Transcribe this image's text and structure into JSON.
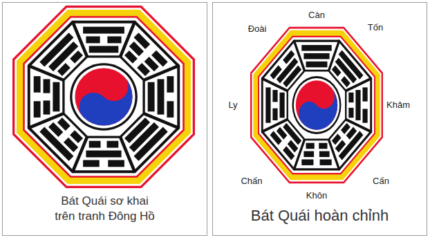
{
  "diagram": {
    "nodes": [
      {
        "text": [
          "Bát Quái sơ khai trên tranh Đông Hồ"
        ]
      },
      {
        "text": [
          "Bát Quái hoàn chỉnh"
        ]
      }
    ],
    "labels": [
      "Càn",
      "Đoài",
      "Tốn",
      "Ly",
      "Khảm",
      "Chấn",
      "Cấn",
      "Khôn"
    ]
  }
}
